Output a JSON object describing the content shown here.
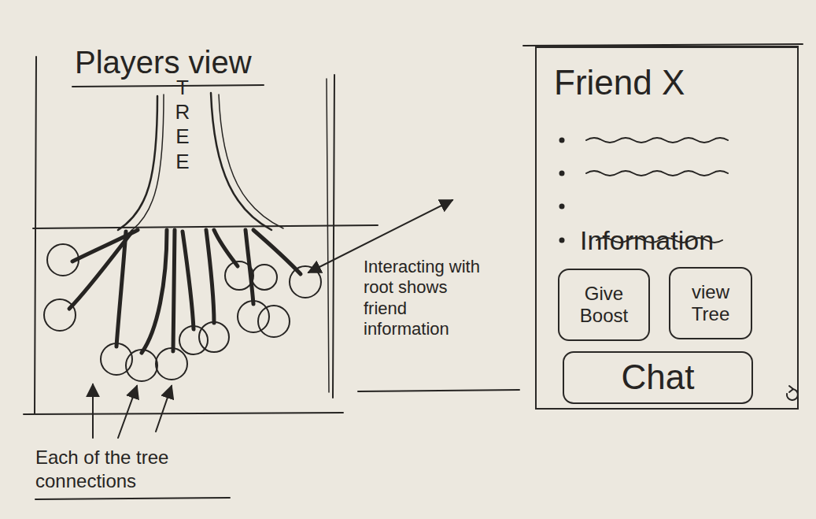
{
  "diagram": {
    "title": "Players view",
    "nodes": [
      {
        "text": [
          "Friend X",
          "Information"
        ]
      },
      {
        "text": [
          "Give Boost"
        ],
        "in": 0
      },
      {
        "text": [
          "view Tree"
        ],
        "in": 0
      },
      {
        "text": [
          "Chat"
        ],
        "in": 0
      }
    ],
    "labels": [
      "TREE",
      "Interacting with root shows friend information",
      "Each of the tree connections"
    ]
  }
}
